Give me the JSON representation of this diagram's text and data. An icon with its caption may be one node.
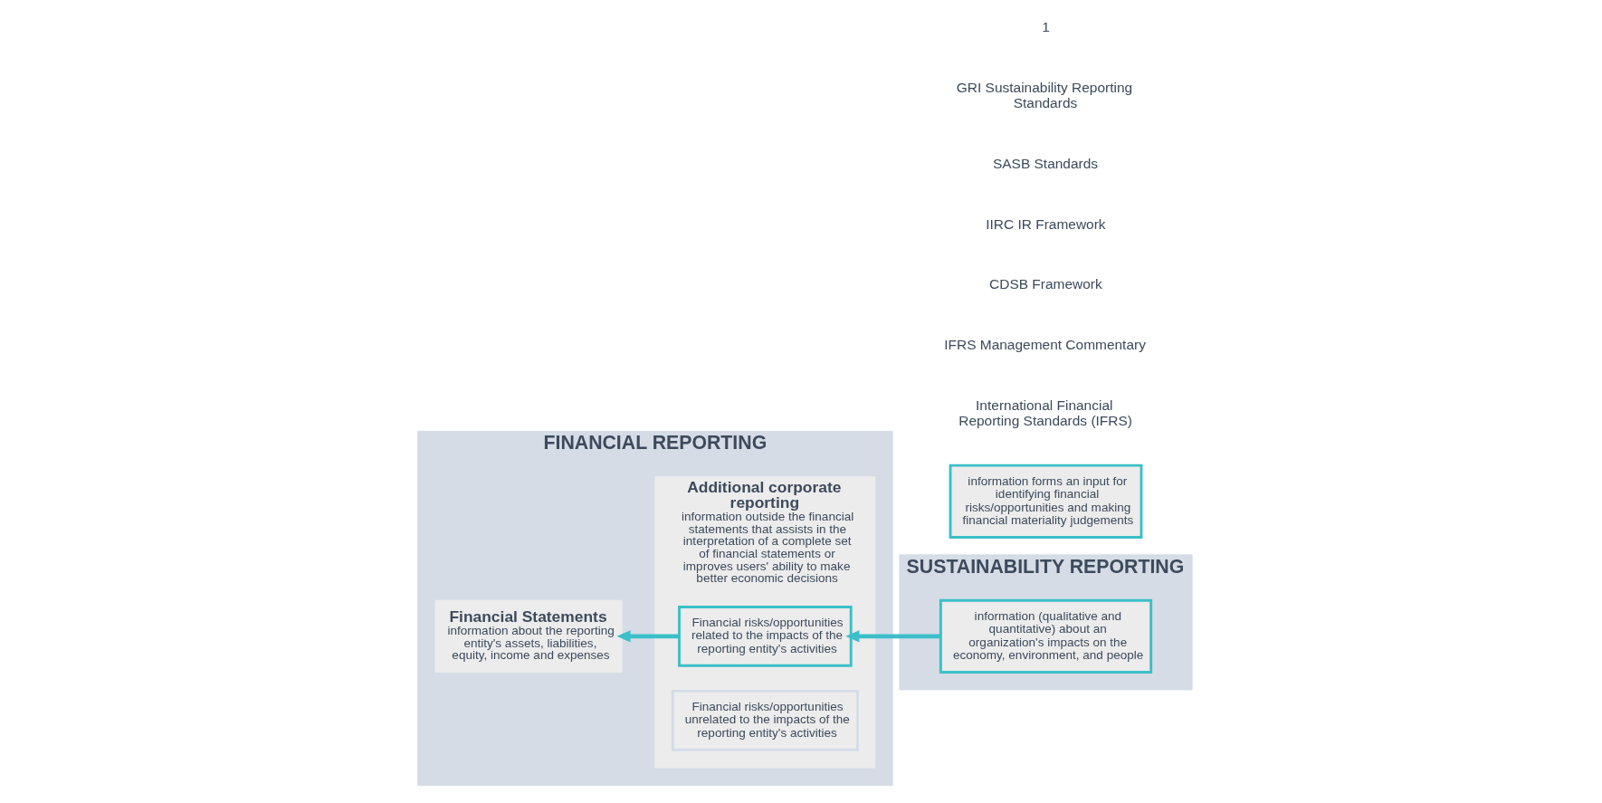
{
  "diagram": {
    "nodes": [
      {
        "text": [
          "FINANCIAL REPORTING"
        ]
      },
      {
        "text": [
          "Financial Statements",
          "information about the reporting entity's assets, liabilities, equity, income and expenses"
        ],
        "in": 0
      },
      {
        "text": [
          "Additional corporate reporting",
          "information outside the financial statements that assists in the interpretation of a complete set of financial statements or improves users' ability to make better economic decisions"
        ],
        "in": 0
      },
      {
        "text": [
          "Financial risks/opportunities related to the impacts of the reporting entity's activities"
        ],
        "in": 2
      },
      {
        "text": [
          "Financial risks/opportunities unrelated to the impacts of the reporting entity's activities"
        ],
        "in": 2
      },
      {
        "text": [
          "information forms an input for identifying financial risks/opportunities and making financial materiality judgements"
        ]
      },
      {
        "text": [
          "SUSTAINABILITY REPORTING"
        ]
      },
      {
        "text": [
          "information (qualitative and quantitative) about an organization's impacts on the economy, environment, and people"
        ],
        "in": 6
      }
    ],
    "edges": [
      {
        "from": 7,
        "to": 3,
        "arrow": "to"
      },
      {
        "from": 3,
        "to": 1,
        "arrow": "to"
      }
    ],
    "labels": [
      "International Financial Reporting Standards (IFRS)",
      "IFRS Management Commentary",
      "CDSB Framework",
      "IIRC IR Framework",
      "SASB Standards",
      "GRI Sustainability Reporting Standards",
      "1"
    ]
  }
}
